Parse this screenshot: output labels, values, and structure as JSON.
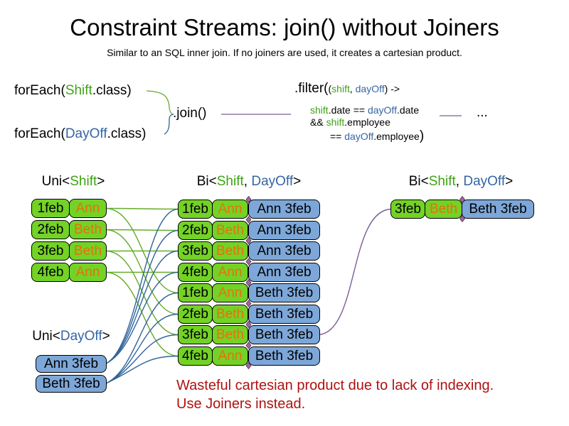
{
  "title": "Constraint Streams: join() without Joiners",
  "subtitle": "Similar to an SQL inner join. If no joiners are used, it creates a cartesian product.",
  "code": {
    "foreach_shift": [
      {
        "t": "forEach(",
        "c": "k"
      },
      {
        "t": "Shift",
        "c": "g"
      },
      {
        "t": ".class)",
        "c": "k"
      }
    ],
    "foreach_dayoff": [
      {
        "t": "forEach(",
        "c": "k"
      },
      {
        "t": "DayOff",
        "c": "b"
      },
      {
        "t": ".class)",
        "c": "k"
      }
    ],
    "join": [
      {
        "t": ".join()",
        "c": "k"
      }
    ],
    "filter_line1": [
      {
        "t": ".filter(",
        "c": "k",
        "s": "lg"
      },
      {
        "t": "(",
        "c": "k",
        "s": "sm"
      },
      {
        "t": "shift",
        "c": "g",
        "s": "sm"
      },
      {
        "t": ", ",
        "c": "k",
        "s": "sm"
      },
      {
        "t": "dayOff",
        "c": "b",
        "s": "sm"
      },
      {
        "t": ") ->",
        "c": "k",
        "s": "sm"
      }
    ],
    "filter_line2": [
      {
        "t": "shift",
        "c": "g",
        "s": "sm"
      },
      {
        "t": ".date == ",
        "c": "k",
        "s": "sm"
      },
      {
        "t": "dayOff",
        "c": "b",
        "s": "sm"
      },
      {
        "t": ".date",
        "c": "k",
        "s": "sm"
      }
    ],
    "filter_line3": [
      {
        "t": "&& ",
        "c": "k",
        "s": "sm"
      },
      {
        "t": "shift",
        "c": "g",
        "s": "sm"
      },
      {
        "t": ".employee",
        "c": "k",
        "s": "sm"
      }
    ],
    "filter_line4": [
      {
        "t": "== ",
        "c": "k",
        "s": "sm"
      },
      {
        "t": "dayOff",
        "c": "b",
        "s": "sm"
      },
      {
        "t": ".employee",
        "c": "k",
        "s": "sm"
      },
      {
        "t": ")",
        "c": "k",
        "s": "lg"
      }
    ],
    "ellipsis": "..."
  },
  "tables": {
    "uni_shift": {
      "heading": [
        {
          "t": "Uni<",
          "c": "k"
        },
        {
          "t": "Shift",
          "c": "g"
        },
        {
          "t": ">",
          "c": "k"
        }
      ],
      "rows": [
        [
          "1feb",
          "Ann"
        ],
        [
          "2feb",
          "Beth"
        ],
        [
          "3feb",
          "Beth"
        ],
        [
          "4feb",
          "Ann"
        ]
      ]
    },
    "uni_dayoff": {
      "heading": [
        {
          "t": "Uni<",
          "c": "k"
        },
        {
          "t": "DayOff",
          "c": "b"
        },
        {
          "t": ">",
          "c": "k"
        }
      ],
      "rows": [
        "Ann 3feb",
        "Beth 3feb"
      ]
    },
    "bi_join": {
      "heading": [
        {
          "t": "Bi<",
          "c": "k"
        },
        {
          "t": "Shift",
          "c": "g"
        },
        {
          "t": ", ",
          "c": "k"
        },
        {
          "t": "DayOff",
          "c": "b"
        },
        {
          "t": ">",
          "c": "k"
        }
      ],
      "rows": [
        [
          "1feb",
          "Ann",
          "Ann 3feb"
        ],
        [
          "2feb",
          "Beth",
          "Ann 3feb"
        ],
        [
          "3feb",
          "Beth",
          "Ann 3feb"
        ],
        [
          "4feb",
          "Ann",
          "Ann 3feb"
        ],
        [
          "1feb",
          "Ann",
          "Beth 3feb"
        ],
        [
          "2feb",
          "Beth",
          "Beth 3feb"
        ],
        [
          "3feb",
          "Beth",
          "Beth 3feb"
        ],
        [
          "4feb",
          "Ann",
          "Beth 3feb"
        ]
      ]
    },
    "bi_filtered": {
      "heading": [
        {
          "t": "Bi<",
          "c": "k"
        },
        {
          "t": "Shift",
          "c": "g"
        },
        {
          "t": ", ",
          "c": "k"
        },
        {
          "t": "DayOff",
          "c": "b"
        },
        {
          "t": ">",
          "c": "k"
        }
      ],
      "rows": [
        [
          "3feb",
          "Beth",
          "Beth 3feb"
        ]
      ]
    }
  },
  "links": {
    "shift_to_bi": [
      [
        0,
        0
      ],
      [
        0,
        4
      ],
      [
        1,
        1
      ],
      [
        1,
        5
      ],
      [
        2,
        2
      ],
      [
        2,
        6
      ],
      [
        3,
        3
      ],
      [
        3,
        7
      ]
    ],
    "dayoff_to_bi": [
      [
        0,
        0
      ],
      [
        0,
        1
      ],
      [
        0,
        2
      ],
      [
        0,
        3
      ],
      [
        1,
        4
      ],
      [
        1,
        5
      ],
      [
        1,
        6
      ],
      [
        1,
        7
      ]
    ],
    "bi_to_filtered": [
      [
        6,
        0
      ]
    ]
  },
  "note": {
    "line1": "Wasteful cartesian product due to lack of indexing.",
    "line2": "Use Joiners instead."
  },
  "colors": {
    "green_fill": "#74d227",
    "green_text": "#3ea313",
    "green_line": "#64ad2a",
    "blue_fill": "#7da7d8",
    "blue_text": "#3465a4",
    "blue_line": "#31659c",
    "orange_text": "#e8700a",
    "purple_line": "#7b5e97",
    "diamond_fill": "#9b6a9b",
    "diamond_stroke": "#53304f",
    "red_text": "#b01111"
  }
}
